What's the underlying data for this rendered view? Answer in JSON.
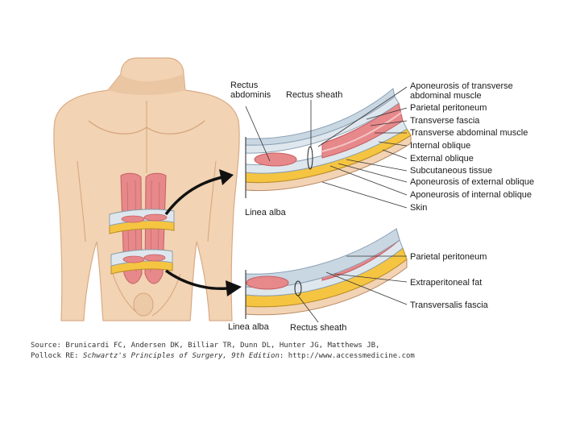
{
  "upper_labels": {
    "rectus_abdominis": "Rectus\nabdominis",
    "rectus_sheath": "Rectus sheath",
    "linea_alba": "Linea alba",
    "right_labels": [
      "Aponeurosis of transverse\nabdominal muscle",
      "Parietal peritoneum",
      "Transverse fascia",
      "Transverse abdominal muscle",
      "Internal oblique",
      "External oblique",
      "Subcutaneous tissue",
      "Aponeurosis of external oblique",
      "Aponeurosis of internal oblique",
      "Skin"
    ]
  },
  "lower_labels": {
    "linea_alba": "Linea alba",
    "rectus_sheath": "Rectus sheath",
    "right_labels": [
      "Parietal peritoneum",
      "Extraperitoneal fat",
      "Transversalis fascia"
    ]
  },
  "source": {
    "line1": "Source: Brunicardi FC, Andersen DK, Billiar TR, Dunn DL, Hunter JG, Matthews JB,",
    "line2_pre": "Pollock RE: ",
    "line2_title": "Schwartz's Principles of Surgery, 9th Edition",
    "line2_post": ": http://www.accessmedicine.com"
  },
  "colors": {
    "skin": "#f2d3b3",
    "skin_shadow": "#e2b995",
    "muscle": "#e7888a",
    "fat": "#f5c542",
    "fascia": "#b8c9d8"
  }
}
